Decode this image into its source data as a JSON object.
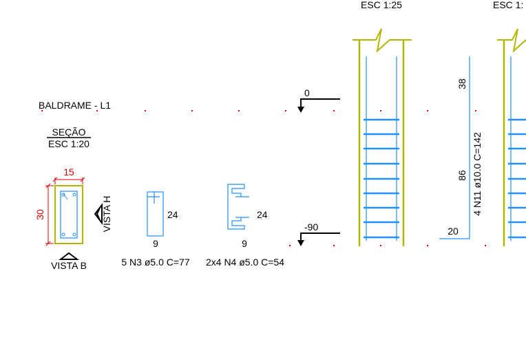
{
  "title": "BALDRAME - L1",
  "section": {
    "label": "SEÇÃO",
    "scale": "ESC 1:20"
  },
  "scale_labels": [
    "ESC 1:25",
    "ESC 1:"
  ],
  "cross_section": {
    "width": "15",
    "height": "30",
    "view_h": "VISTA H",
    "view_b": "VISTA B"
  },
  "stirrup_n3": {
    "height": "24",
    "width": "9",
    "label": "5 N3 ø5.0 C=77"
  },
  "stirrup_n4": {
    "height": "24",
    "width": "9",
    "label": "2x4 N4 ø5.0 C=54"
  },
  "levels": {
    "top": "0",
    "bottom": "-90"
  },
  "longitudinal_bar": {
    "top": "38",
    "middle": "86",
    "hook": "20",
    "label": "4 N11 ø10.0 C=142"
  },
  "colors": {
    "concrete": "#b5b500",
    "rebar": "#1e90ff",
    "dimension": "#e00000",
    "text": "#000000"
  }
}
